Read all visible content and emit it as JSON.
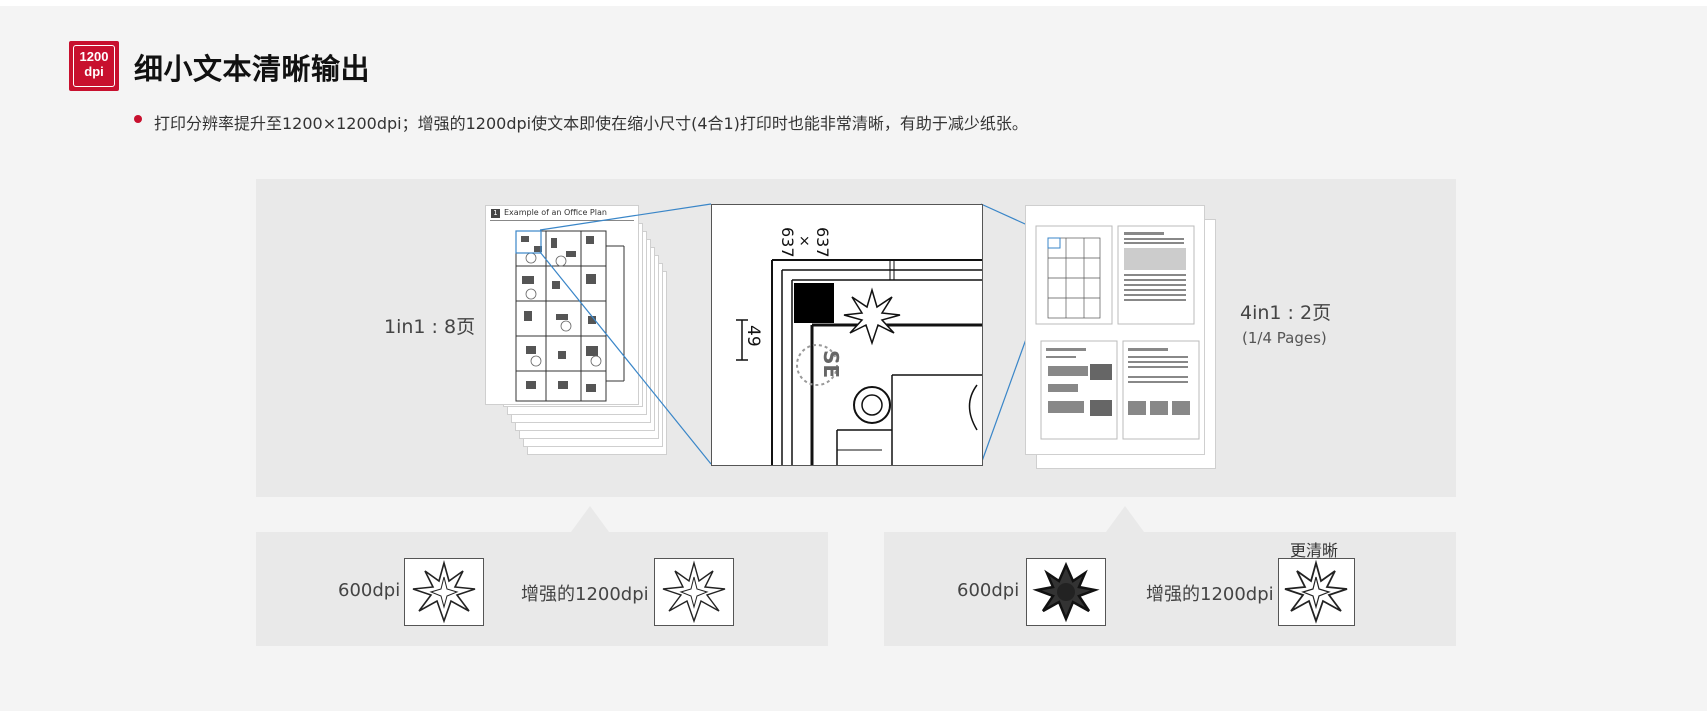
{
  "header": {
    "logo_number": "1200",
    "logo_unit": "dpi",
    "title": "细小文本清晰输出"
  },
  "description": "打印分辨率提升至1200×1200dpi；增强的1200dpi使文本即使在缩小尺寸(4合1)打印时也能非常清晰，有助于减少纸张。",
  "demo": {
    "left_label": "1in1 : 8页",
    "right_label": "4in1 : 2页",
    "right_sublabel": "(1/4 Pages)",
    "doc_title": "Example of an Office Plan",
    "doc_index": "1",
    "zoom_text_dim": "637",
    "zoom_text_x": "×",
    "zoom_text_dim2": "637",
    "zoom_text_num": "49",
    "zoom_text_se": "SE"
  },
  "compare_left": {
    "label_a": "600dpi",
    "label_b": "增强的1200dpi"
  },
  "compare_right": {
    "label_a": "600dpi",
    "label_b": "增强的1200dpi",
    "badge": "更清晰"
  },
  "colors": {
    "brand_red": "#c8102e",
    "panel_bg": "#f4f4f4",
    "demo_bg": "#e9e9e9",
    "zoom_line": "#3a86c8"
  }
}
